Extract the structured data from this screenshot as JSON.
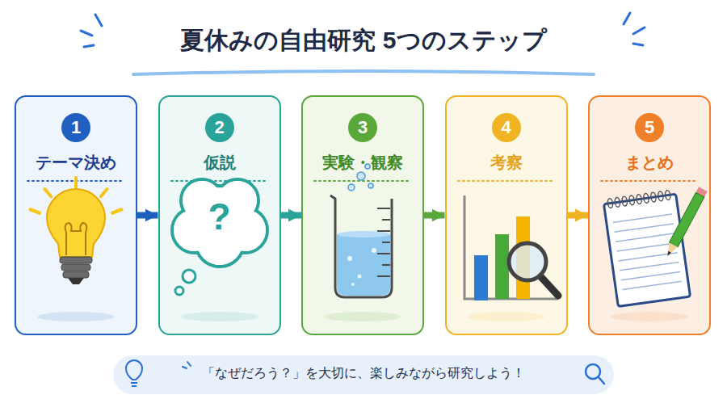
{
  "diagram": {
    "title": "夏休みの自由研究 5つのステップ",
    "nodes": [
      {
        "text": [
          "1",
          "テーマ決め"
        ]
      },
      {
        "text": [
          "2",
          "仮説"
        ]
      },
      {
        "text": [
          "3",
          "実験・観察"
        ]
      },
      {
        "text": [
          "4",
          "考察"
        ]
      },
      {
        "text": [
          "5",
          "まとめ"
        ]
      },
      {
        "text": [
          "「なぜだろう？」を大切に、楽しみながら研究しよう！"
        ]
      }
    ],
    "edges": [
      {
        "from": 0,
        "to": 1,
        "arrow": "to"
      },
      {
        "from": 1,
        "to": 2,
        "arrow": "to"
      },
      {
        "from": 2,
        "to": 3,
        "arrow": "to"
      },
      {
        "from": 3,
        "to": 4,
        "arrow": "to"
      }
    ],
    "labels": [
      "?"
    ]
  }
}
